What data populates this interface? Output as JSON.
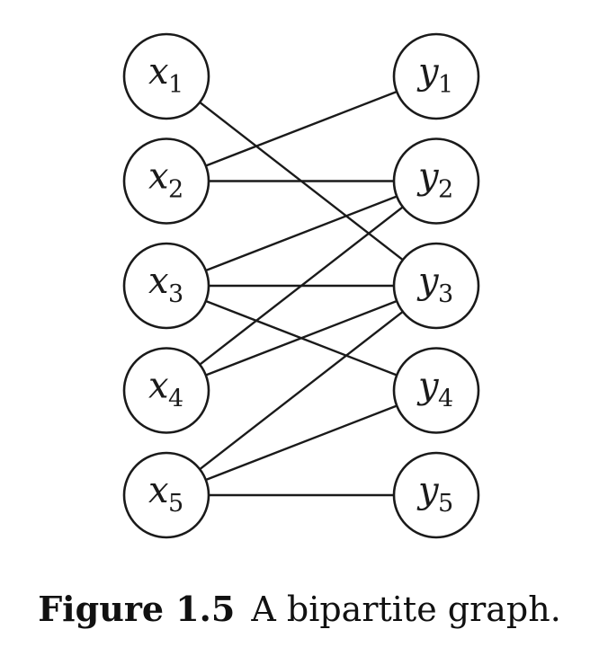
{
  "diagram": {
    "left_nodes": [
      {
        "id": "x1",
        "letter": "x",
        "sub": "1"
      },
      {
        "id": "x2",
        "letter": "x",
        "sub": "2"
      },
      {
        "id": "x3",
        "letter": "x",
        "sub": "3"
      },
      {
        "id": "x4",
        "letter": "x",
        "sub": "4"
      },
      {
        "id": "x5",
        "letter": "x",
        "sub": "5"
      }
    ],
    "right_nodes": [
      {
        "id": "y1",
        "letter": "y",
        "sub": "1"
      },
      {
        "id": "y2",
        "letter": "y",
        "sub": "2"
      },
      {
        "id": "y3",
        "letter": "y",
        "sub": "3"
      },
      {
        "id": "y4",
        "letter": "y",
        "sub": "4"
      },
      {
        "id": "y5",
        "letter": "y",
        "sub": "5"
      }
    ],
    "edges": [
      [
        "x1",
        "y3"
      ],
      [
        "x2",
        "y1"
      ],
      [
        "x2",
        "y2"
      ],
      [
        "x3",
        "y2"
      ],
      [
        "x3",
        "y3"
      ],
      [
        "x3",
        "y4"
      ],
      [
        "x4",
        "y2"
      ],
      [
        "x4",
        "y3"
      ],
      [
        "x5",
        "y3"
      ],
      [
        "x5",
        "y4"
      ],
      [
        "x5",
        "y5"
      ]
    ]
  },
  "caption": {
    "label": "Figure 1.5",
    "text": "A bipartite graph."
  }
}
